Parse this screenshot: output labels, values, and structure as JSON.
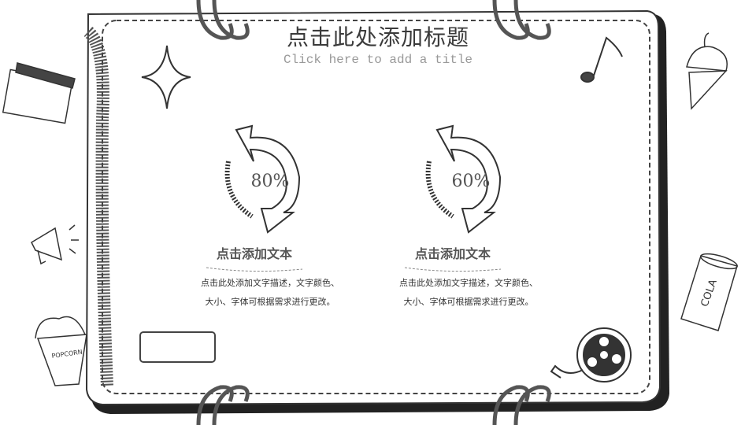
{
  "title": "点击此处添加标题",
  "subtitle": "Click here to add a title",
  "items": [
    {
      "percent": "80%",
      "heading": "点击添加文本",
      "desc_line1": "点击此处添加文字描述，文字颜色、",
      "desc_line2": "大小、字体可根据需求进行更改。"
    },
    {
      "percent": "60%",
      "heading": "点击添加文本",
      "desc_line1": "点击此处添加文字描述，文字颜色、",
      "desc_line2": "大小、字体可根据需求进行更改。"
    }
  ],
  "cola_label": "COLA",
  "popcorn_label": "POPCORN"
}
